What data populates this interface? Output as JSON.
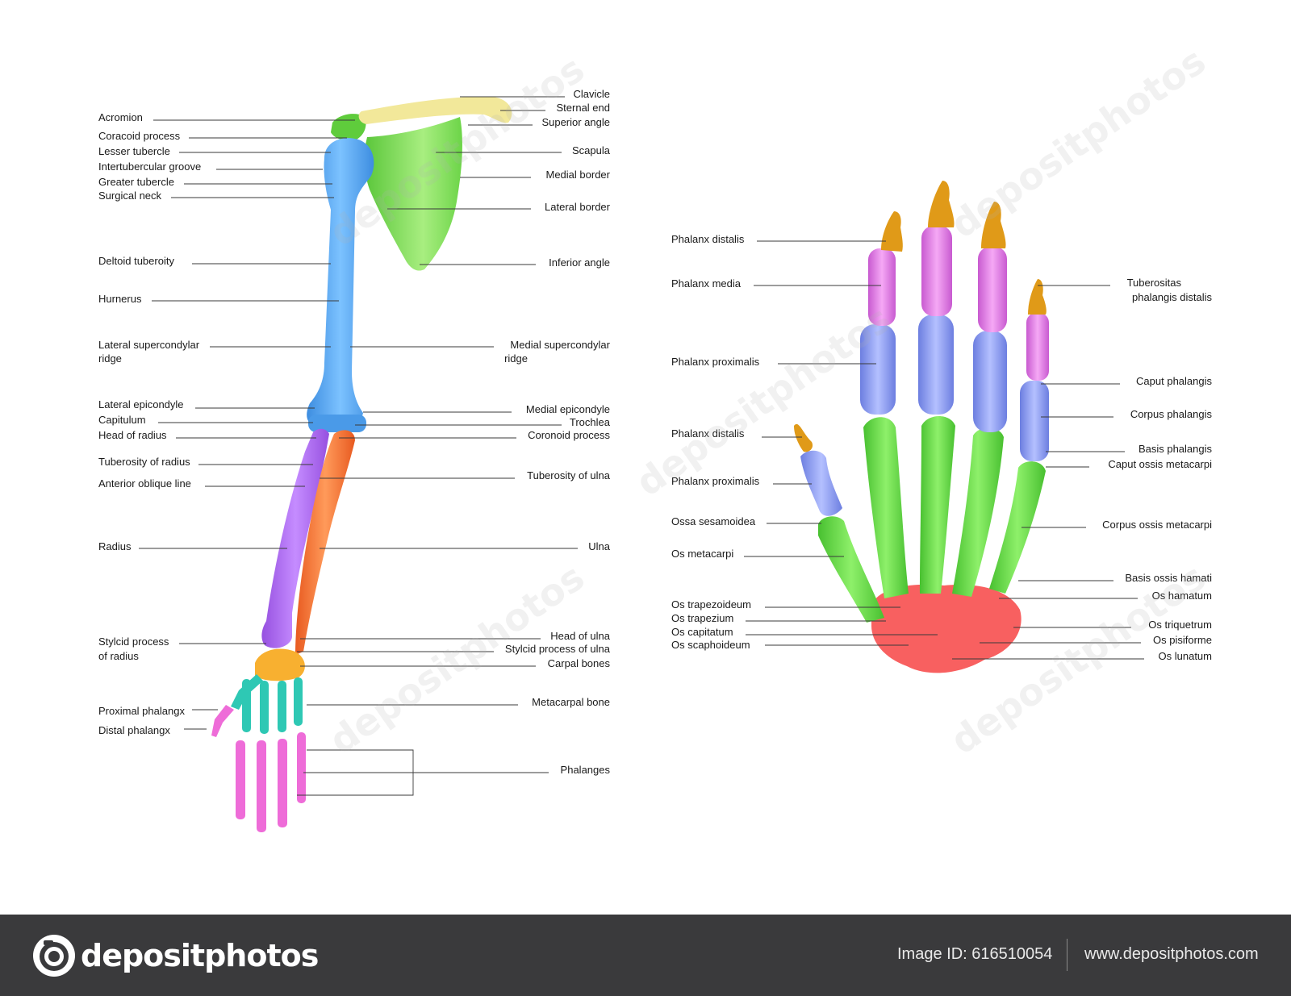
{
  "arm_labels": {
    "acromion": "Acromion",
    "coracoid": "Coracoid process",
    "lesser_tubercle": "Lesser tubercle",
    "intertubercular": "Intertubercular groove",
    "greater_tubercle": "Greater tubercle",
    "surgical_neck": "Surgical neck",
    "deltoid": "Deltoid tuberoity",
    "humerus": "Hurnerus",
    "lat_supra_1": "Lateral supercondylar",
    "lat_supra_2": "ridge",
    "lat_epicondyle": "Lateral epicondyle",
    "capitulum": "Capitulum",
    "head_radius": "Head of radius",
    "tuberosity_radius": "Tuberosity of radius",
    "anterior_oblique": "Anterior oblique line",
    "radius": "Radius",
    "styloid_radius_1": "Stylcid process",
    "styloid_radius_2": "of radius",
    "proximal_phalangx": "Proximal phalangx",
    "distal_phalangx": "Distal phalangx",
    "clavicle": "Clavicle",
    "sternal_end": "Sternal end",
    "superior_angle": "Superior angle",
    "scapula": "Scapula",
    "medial_border": "Medial border",
    "lateral_border": "Lateral border",
    "inferior_angle": "Inferior angle",
    "med_supra_1": "Medial supercondylar",
    "med_supra_2": "ridge",
    "medial_epicondyle": "Medial epicondyle",
    "trochlea": "Trochlea",
    "coronoid": "Coronoid process",
    "tuberosity_ulna": "Tuberosity of ulna",
    "ulna": "Ulna",
    "head_ulna": "Head of ulna",
    "styloid_ulna": "Stylcid process of ulna",
    "carpal_bones": "Carpal bones",
    "metacarpal_bone": "Metacarpal bone",
    "phalanges": "Phalanges"
  },
  "hand_labels": {
    "phalanx_distalis_1": "Phalanx distalis",
    "phalanx_media": "Phalanx media",
    "phalanx_proximalis_1": "Phalanx proximalis",
    "phalanx_distalis_2": "Phalanx distalis",
    "phalanx_proximalis_2": "Phalanx proximalis",
    "ossa_sesamoidea": "Ossa sesamoidea",
    "os_metacarpi": "Os metacarpi",
    "os_trapezoideum": "Os trapezoideum",
    "os_trapezium": "Os trapezium",
    "os_capitatum": "Os capitatum",
    "os_scaphoideum": "Os scaphoideum",
    "tuberositas_1": "Tuberositas",
    "tuberositas_2": "phalangis distalis",
    "caput_phalangis": "Caput phalangis",
    "corpus_phalangis": "Corpus phalangis",
    "basis_phalangis": "Basis phalangis",
    "caput_metacarpi": "Caput ossis metacarpi",
    "corpus_metacarpi": "Corpus ossis metacarpi",
    "basis_hamati": "Basis ossis hamati",
    "os_hamatum": "Os hamatum",
    "os_triquetrum": "Os triquetrum",
    "os_pisiforme": "Os pisiforme",
    "os_lunatum": "Os lunatum"
  },
  "footer": {
    "brand": "depositphotos",
    "image_id": "Image ID: 616510054",
    "site": "www.depositphotos.com"
  },
  "watermark": "depositphotos",
  "colors": {
    "humerus": "#5aaaf0",
    "scapula": "#86e05a",
    "clavicle": "#f2e89a",
    "radius": "#b46cf2",
    "ulna": "#fa7a3c",
    "carpals_arm": "#f8b030",
    "metacarpals_arm": "#2ec8b4",
    "phalanges_arm": "#ee6cd8",
    "hand_distal": "#e09a18",
    "hand_media": "#e07ae8",
    "hand_proximal": "#8e9ef0",
    "hand_metacarpal": "#6ad84a",
    "hand_carpals": "#f86060",
    "footer_bg": "#3a3a3c"
  }
}
